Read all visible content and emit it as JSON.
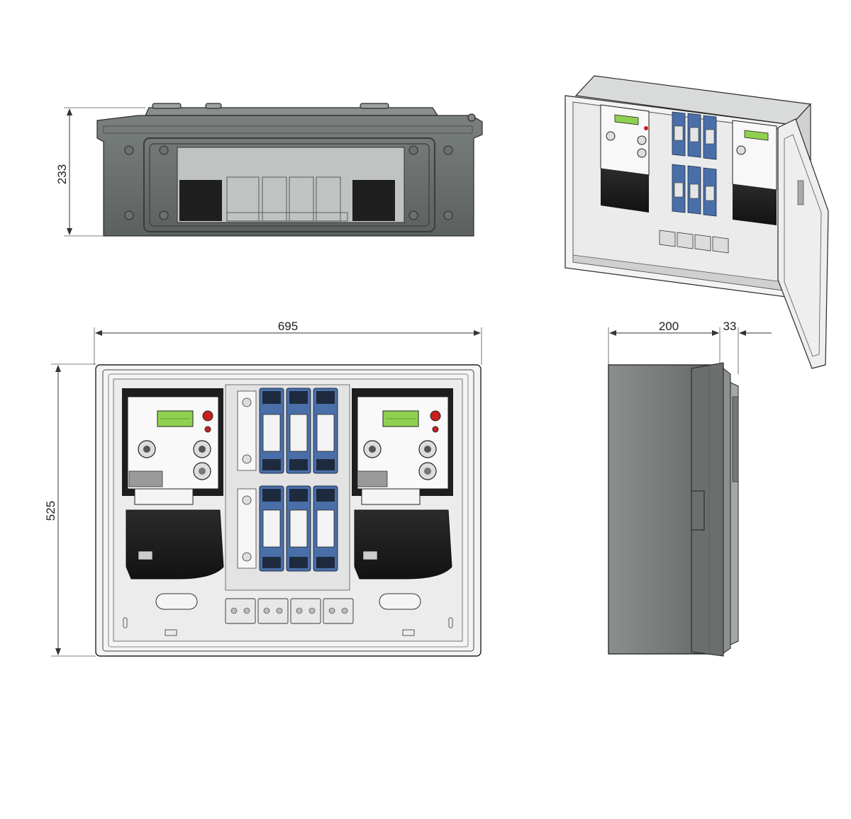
{
  "dimensions": {
    "top_height": "233",
    "front_width": "695",
    "front_height": "525",
    "side_depth": "200",
    "side_door": "33"
  },
  "colors": {
    "housing_dark": "#6d7470",
    "housing_light": "#f0f0f0",
    "side_grey": "#7b807e",
    "breaker_blue": "#4a6fa8",
    "display_green": "#8fd14f",
    "meter_black": "#1e1e1e",
    "indicator_red": "#c8201e"
  }
}
